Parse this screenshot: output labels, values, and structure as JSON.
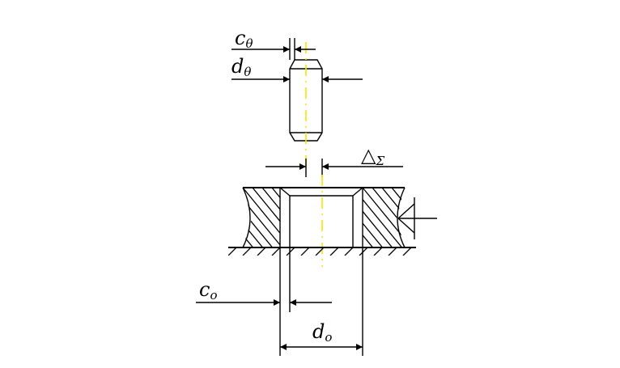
{
  "labels": {
    "pin_chamfer": {
      "main": "c",
      "sub": "θ"
    },
    "pin_diameter": {
      "main": "d",
      "sub": "θ"
    },
    "total_error": {
      "main": "△",
      "sub": "Σ"
    },
    "hole_chamfer": {
      "main": "c",
      "sub": "o"
    },
    "hole_diameter": {
      "main": "d",
      "sub": "o"
    }
  },
  "colors": {
    "line": "#000000",
    "centerline": "#f2ea00",
    "background": "#ffffff"
  }
}
